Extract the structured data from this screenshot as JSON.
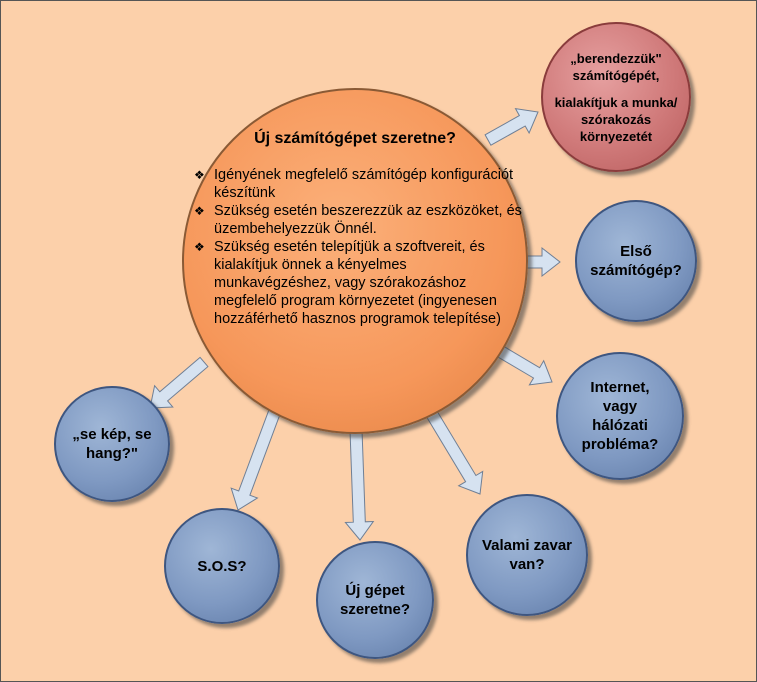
{
  "center": {
    "title": "Új számítógépet szeretne?",
    "bullet_icon": "diamond-bullet",
    "items": [
      "Igényének megfelelő számítógép konfigurációt készítünk",
      "Szükség esetén beszerezzük az eszközöket, és üzembehelyezzük Önnél.",
      "Szükség esetén telepítjük a szoftvereit, és kialakítjuk önnek a kényelmes munkavégzéshez, vagy szórakozáshoz megfelelő program környezetet (ingyenesen hozzáférhető hasznos programok telepítése)"
    ]
  },
  "nodes": {
    "berendezzuk": {
      "line1": "„berendezzük\"",
      "line2": "számítógépét,",
      "line3": "kialakítjuk a munka/",
      "line4": "szórakozás",
      "line5": "környezetét"
    },
    "elso": {
      "line1": "Első",
      "line2": "számítógép?"
    },
    "internet": {
      "line1": "Internet,",
      "line2": "vagy",
      "line3": "hálózati",
      "line4": "probléma?"
    },
    "valami": {
      "line1": "Valami zavar",
      "line2": "van?"
    },
    "uj_gep": {
      "line1": "Új gépet",
      "line2": "szeretne?"
    },
    "sos": {
      "line1": "S.O.S?"
    },
    "se_kep": {
      "line1": "„se kép, se",
      "line2": "hang?\""
    }
  },
  "colors": {
    "background": "#fcd0aa",
    "center_fill": "#f6975a",
    "blue_fill": "#7f99c2",
    "red_fill": "#d07a7a",
    "arrow_fill": "#d6e2f0"
  }
}
